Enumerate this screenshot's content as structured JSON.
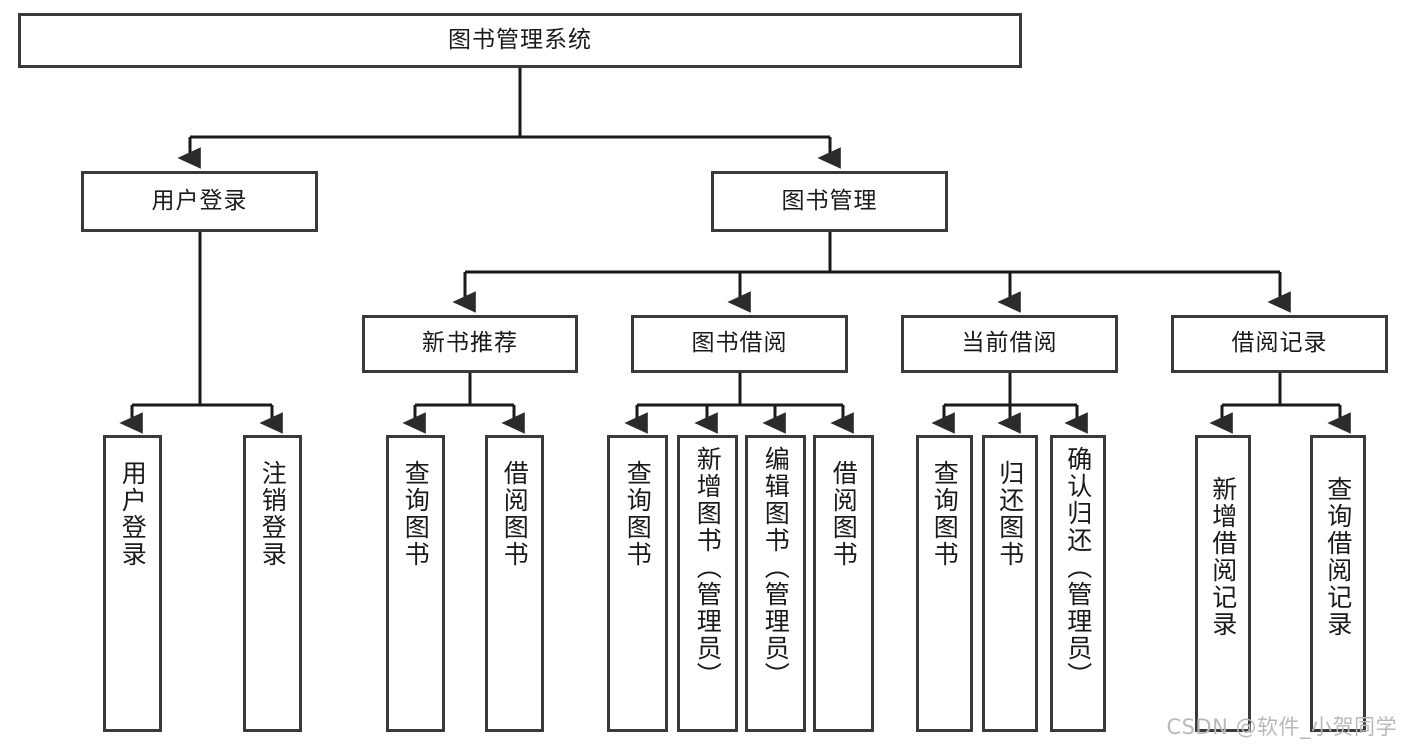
{
  "diagram": {
    "type": "tree-hierarchy",
    "title": "图书管理系统",
    "watermark": "CSDN @软件_小贺同学",
    "colors": {
      "box_border": "#3a3a3a",
      "box_fill": "#ffffff",
      "connector": "#1a1a1a",
      "text": "#1a1a1a",
      "watermark": "#b9b9b9",
      "background": "#ffffff"
    },
    "nodes": {
      "root": {
        "label": "图书管理系统"
      },
      "level2": [
        {
          "id": "user-login",
          "label": "用户登录"
        },
        {
          "id": "book-manage",
          "label": "图书管理"
        }
      ],
      "level3": [
        {
          "id": "new-book-recommend",
          "label": "新书推荐"
        },
        {
          "id": "book-borrow",
          "label": "图书借阅"
        },
        {
          "id": "current-borrow",
          "label": "当前借阅"
        },
        {
          "id": "borrow-record",
          "label": "借阅记录"
        }
      ],
      "leaves": {
        "user-login": [
          {
            "id": "leaf-user-login",
            "label": "用户登录"
          },
          {
            "id": "leaf-user-logout",
            "label": "注销登录"
          }
        ],
        "new-book-recommend": [
          {
            "id": "leaf-query-book-1",
            "label": "查询图书"
          },
          {
            "id": "leaf-borrow-book-1",
            "label": "借阅图书"
          }
        ],
        "book-borrow": [
          {
            "id": "leaf-query-book-2",
            "label": "查询图书"
          },
          {
            "id": "leaf-add-book",
            "label": "新增图书（管理员）"
          },
          {
            "id": "leaf-edit-book",
            "label": "编辑图书（管理员）"
          },
          {
            "id": "leaf-borrow-book-2",
            "label": "借阅图书"
          }
        ],
        "current-borrow": [
          {
            "id": "leaf-query-book-3",
            "label": "查询图书"
          },
          {
            "id": "leaf-return-book",
            "label": "归还图书"
          },
          {
            "id": "leaf-confirm-return",
            "label": "确认归还（管理员）"
          }
        ],
        "borrow-record": [
          {
            "id": "leaf-add-record",
            "label": "新增借阅记录"
          },
          {
            "id": "leaf-query-record",
            "label": "查询借阅记录"
          }
        ]
      }
    }
  }
}
